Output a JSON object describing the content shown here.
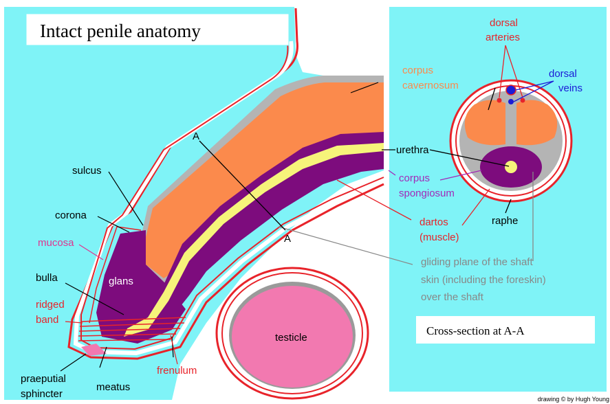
{
  "title": "Intact penile anatomy",
  "cross_section_title": "Cross-section at A-A",
  "credit": "drawing © by Hugh Young",
  "section_marker": "A",
  "labels": {
    "sulcus": "sulcus",
    "corona": "corona",
    "mucosa": "mucosa",
    "bulla": "bulla",
    "glans": "glans",
    "ridged_band_1": "ridged",
    "ridged_band_2": "band",
    "praeputial_1": "praeputial",
    "praeputial_2": "sphincter",
    "meatus": "meatus",
    "frenulum": "frenulum",
    "testicle": "testicle",
    "corpus_cavernosum_1": "corpus",
    "corpus_cavernosum_2": "cavernosum",
    "urethra": "urethra",
    "corpus_spongiosum_1": "corpus",
    "corpus_spongiosum_2": "spongiosum",
    "dartos_1": "dartos",
    "dartos_2": "(muscle)",
    "raphe": "raphe",
    "dorsal_arteries_1": "dorsal",
    "dorsal_arteries_2": "arteries",
    "dorsal_veins_1": "dorsal",
    "dorsal_veins_2": "veins",
    "gliding_1": "gliding plane of the shaft",
    "gliding_2": "skin (including the foreskin)",
    "gliding_3": "over the shaft"
  },
  "colors": {
    "background": "#7ff3f7",
    "cavernosum": "#fb8a4c",
    "spongiosum": "#7d0c7d",
    "urethra": "#f6f47a",
    "skin_line": "#e8232a",
    "gray_layer": "#b4b4b4",
    "testicle": "#f279b0",
    "mucosa_label": "#e0338f",
    "red_label": "#e8232a",
    "blue_label": "#1b1bd6",
    "purple_label": "#a22ab8",
    "gray_label": "#888888"
  }
}
